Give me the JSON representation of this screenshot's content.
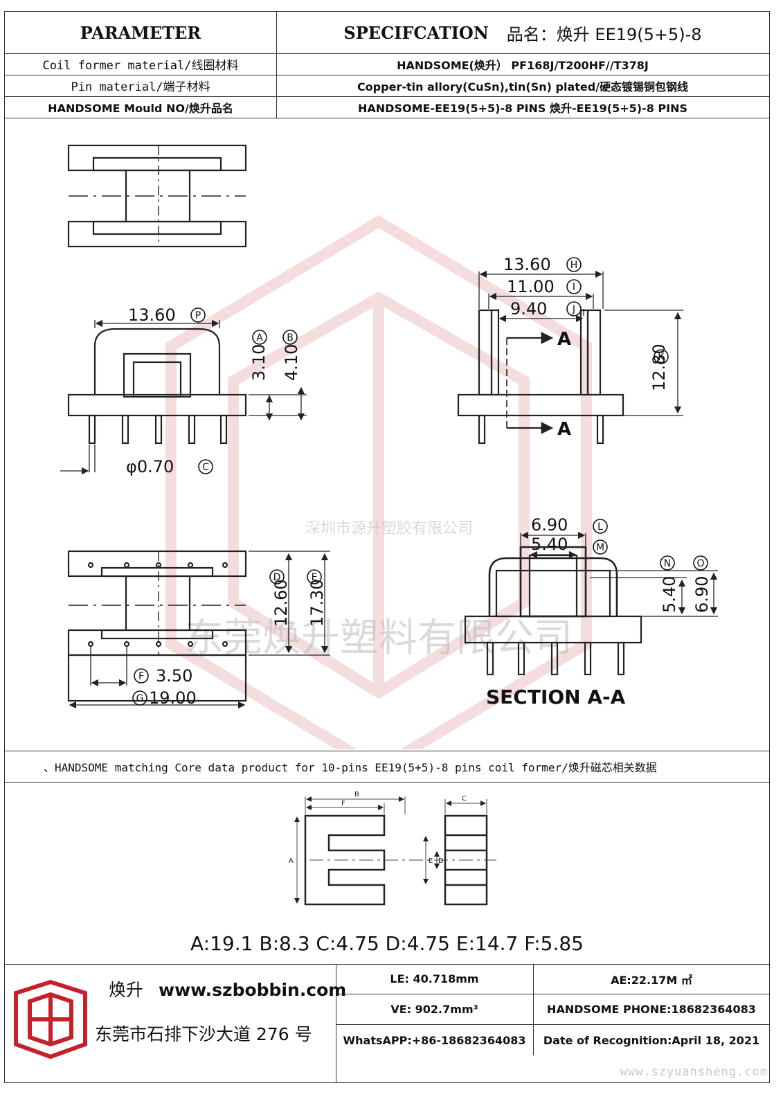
{
  "header": {
    "parameter_label": "PARAMETER",
    "spec_label": "SPECIFCATION",
    "product_name": "品名：焕升 EE19(5+5)-8"
  },
  "params": [
    {
      "label": "Coil former material/线圈材料",
      "value": "HANDSOME(焕升）  PF168J/T200HF//T378J"
    },
    {
      "label": "Pin material/端子材料",
      "value": "Copper-tin allory(CuSn),tin(Sn) plated/硬态镀锡铜包钢线"
    },
    {
      "label": "HANDSOME Mould NO/焕升品名",
      "value": "HANDSOME-EE19(5+5)-8 PINS    焕升-EE19(5+5)-8 PINS"
    }
  ],
  "drawing": {
    "dims": {
      "P": "13.60",
      "A": "3.10",
      "B": "4.10",
      "C": "φ0.70",
      "H": "13.60",
      "I": "11.00",
      "J": "9.40",
      "K": "12.80",
      "D": "12.60",
      "E": "17.30",
      "F": "3.50",
      "G": "19.00",
      "L": "6.90",
      "M": "5.40",
      "N": "5.40",
      "O": "6.90"
    },
    "circle_letters": {
      "P": "P",
      "A": "A",
      "B": "B",
      "C": "C",
      "H": "H",
      "I": "I",
      "J": "J",
      "K": "K",
      "D": "D",
      "E": "E",
      "F": "F",
      "G": "G",
      "L": "L",
      "M": "M",
      "N": "N",
      "O": "O"
    },
    "section_marker": "A",
    "section_title": "SECTION A-A",
    "watermark_cn1": "深圳市源升塑胶有限公司",
    "watermark_cn2": "东莞焕升塑料有限公司"
  },
  "core": {
    "row_text": "、HANDSOME matching Core data  product for 10-pins EE19(5+5)-8 pins coil former/焕升磁芯相关数据",
    "labels": {
      "A": "A",
      "B": "B",
      "C": "C",
      "D": "D",
      "E": "E",
      "F": "F"
    },
    "dims_text": "A:19.1 B:8.3 C:4.75 D:4.75 E:14.7 F:5.85"
  },
  "footer": {
    "brand": "焕升",
    "url": "www.szbobbin.com",
    "address": "东莞市石排下沙大道 276 号",
    "le": "LE: 40.718mm",
    "ae": "AE:22.17M ㎡",
    "ve": "VE: 902.7mm³",
    "phone": "HANDSOME PHONE:18682364083",
    "whatsapp": "WhatsAPP:+86-18682364083",
    "date": "Date of Recognition:April 18, 2021"
  },
  "site_watermark": "www.szyuansheng.com",
  "colors": {
    "logo_red": "#c8202a",
    "line": "#333333"
  }
}
